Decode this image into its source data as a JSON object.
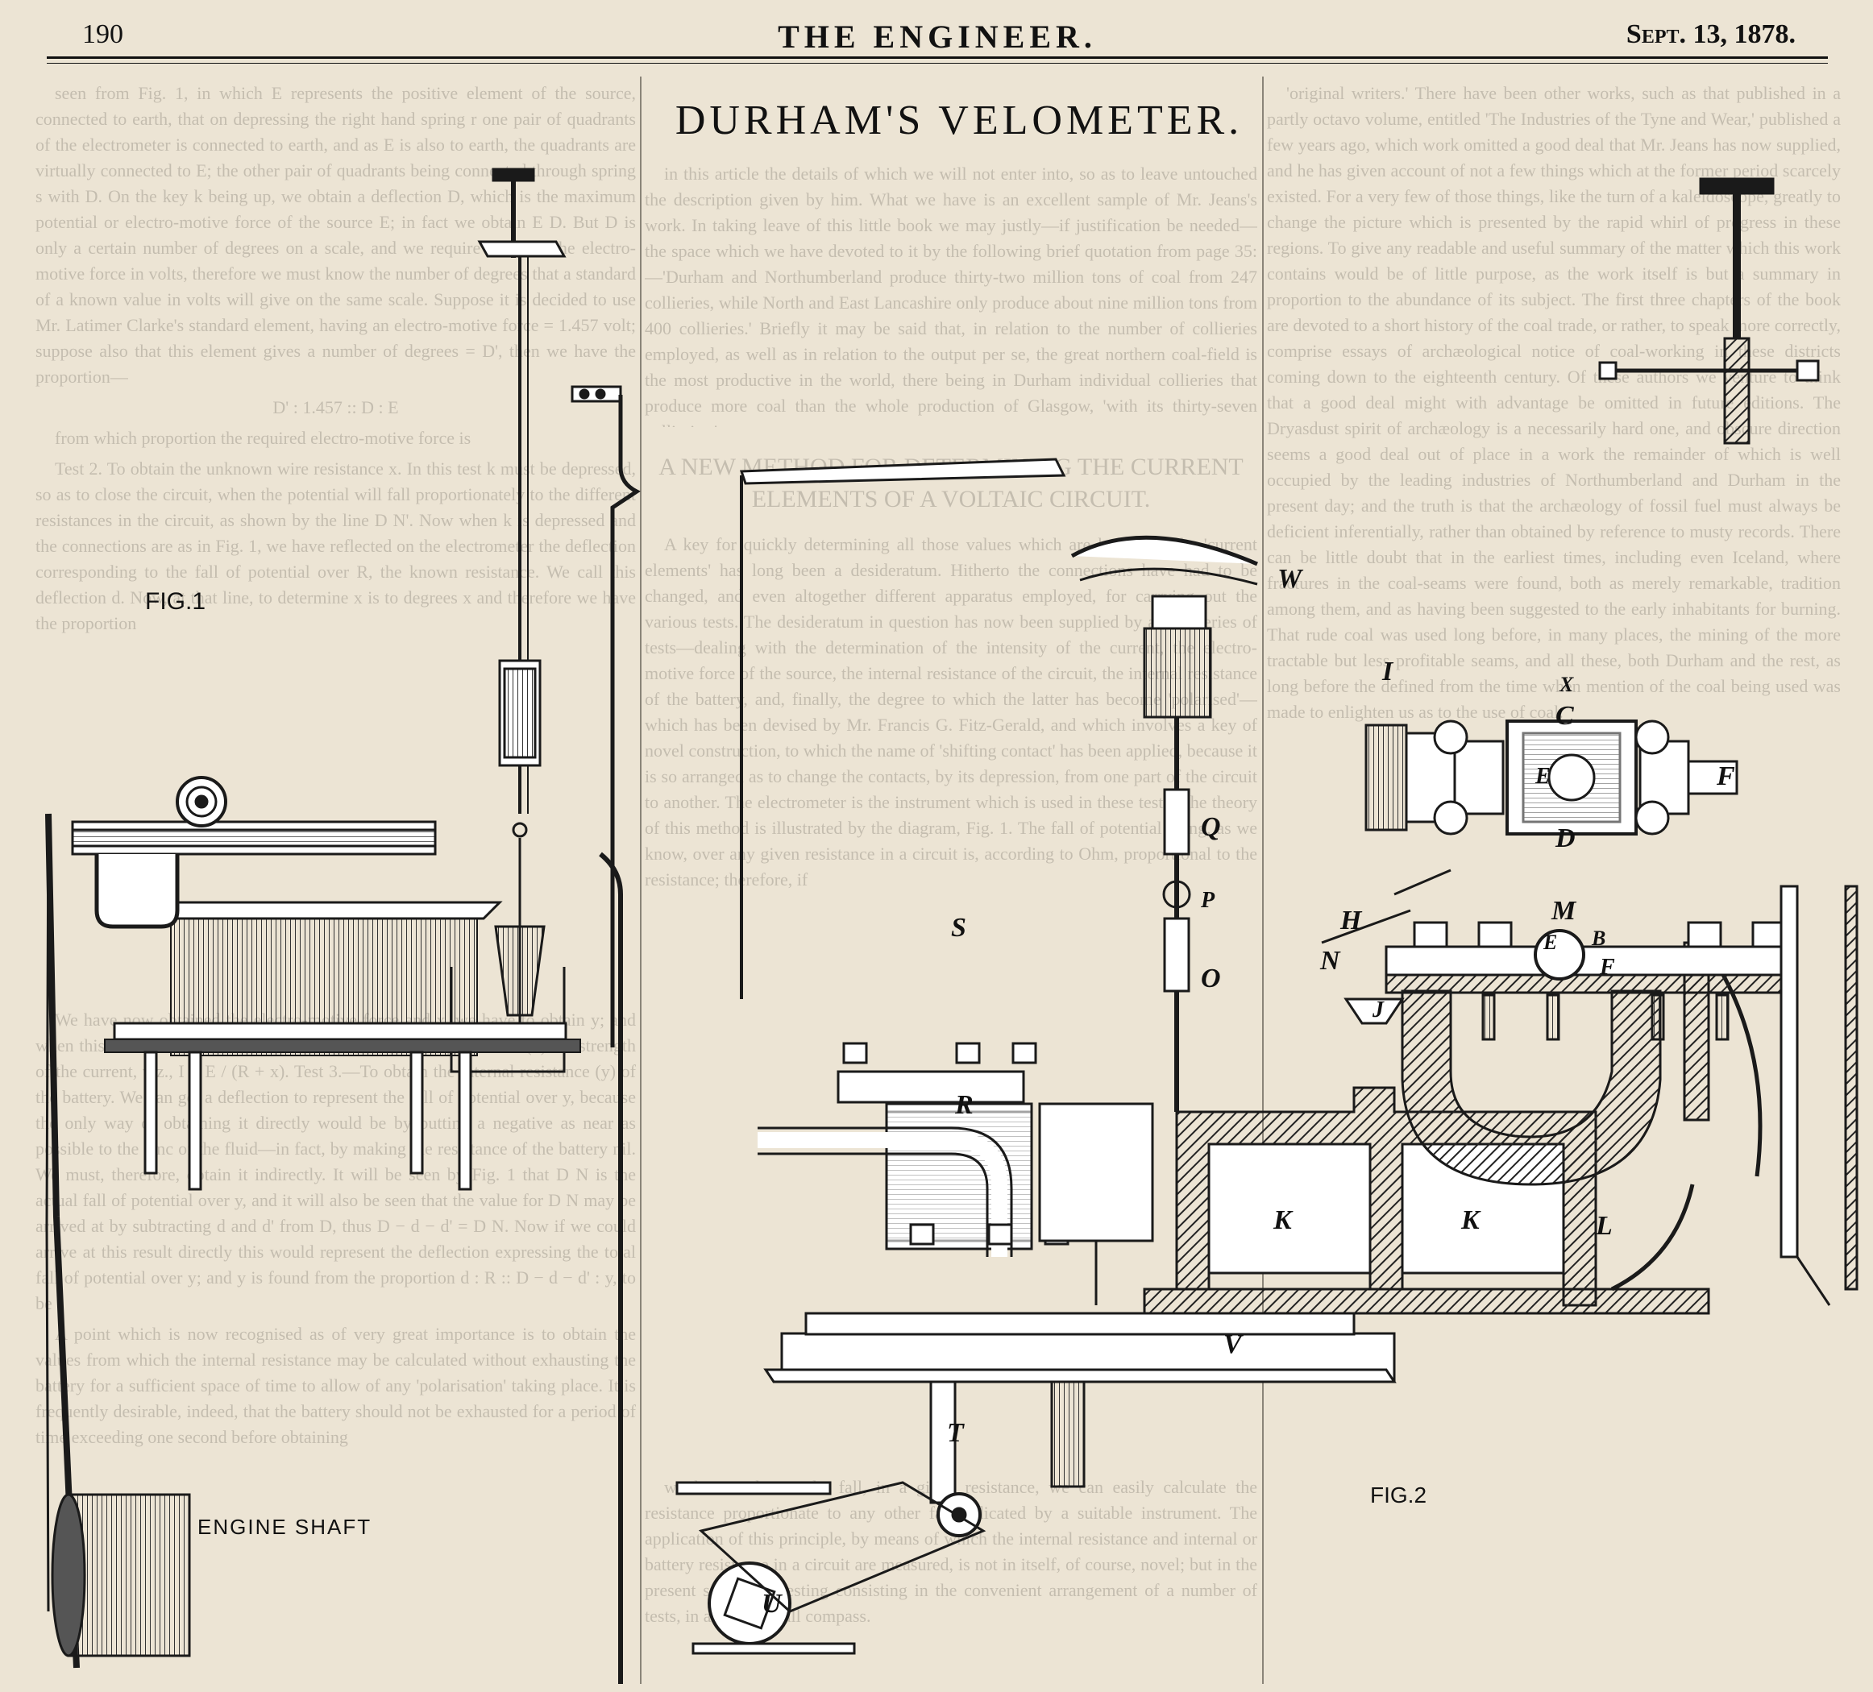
{
  "header": {
    "page_number": "190",
    "publication": "THE ENGINEER.",
    "date": "Sept. 13, 1878."
  },
  "figure": {
    "title": "DURHAM'S VELOMETER.",
    "fig1_label": "FIG.1",
    "fig2_label": "FIG.2",
    "engine_shaft_label": "ENGINE SHAFT"
  },
  "fig2_letters": [
    "W",
    "I",
    "X",
    "C",
    "E",
    "F",
    "D",
    "Q",
    "P",
    "O",
    "S",
    "H",
    "N",
    "M",
    "B",
    "E",
    "F",
    "J",
    "R",
    "K",
    "K",
    "L",
    "V",
    "T",
    "U"
  ],
  "article_heading": "A NEW METHOD FOR DETERMINING THE CURRENT ELEMENTS OF A VOLTAIC CIRCUIT.",
  "columns": {
    "left_top": [
      "seen from Fig. 1, in which E represents the positive element of the source, connected to earth, that on depressing the right hand spring r one pair of quadrants of the electrometer is connected to earth, and as E is also to earth, the quadrants are virtually connected to E; the other pair of quadrants being connected through spring s with D. On the key k being up, we obtain a deflection D, which is the maximum potential or electro-motive force of the source E; in fact we obtain E D. But D is only a certain number of degrees on a scale, and we require to know the electro-motive force in volts, therefore we must know the number of degrees that a standard of a known value in volts will give on the same scale. Suppose it is decided to use Mr. Latimer Clarke's standard element, having an electro-motive force = 1.457 volt; suppose also that this element gives a number of degrees = D', then we have the proportion—",
      "D' : 1.457 :: D : E",
      "from which proportion the required electro-motive force is",
      "Test 2. To obtain the unknown wire resistance x. In this test k must be depressed, so as to close the circuit, when the potential will fall proportionately to the different resistances in the circuit, as shown by the line D N'. Now when k is depressed and the connections are as in Fig. 1, we have reflected on the electrometer the deflection corresponding to the fall of potential over R, the known resistance. We call this deflection d. Now, at that line, to determine x is to degrees x and therefore we have the proportion"
    ],
    "left_bottom": [
      "We have now obtained the electro-motive force and x, we have to obtain y; and when this is obtained we have all the materials for our equation for (1) the strength of the current, viz., I = E / (R + x). Test 3.—To obtain the internal resistance (y) of the battery. We can get a deflection to represent the fall of potential over y, because the only way of obtaining it directly would be by putting a negative as near as possible to the zinc of the fluid—in fact, by making the resistance of the battery nil. We must, therefore, obtain it indirectly. It will be seen by Fig. 1 that D N is the actual fall of potential over y, and it will also be seen that the value for D N may be arrived at by subtracting d and d' from D, thus D − d − d' = D N. Now if we could arrive at this result directly this would represent the deflection expressing the total fall of potential over y; and y is found from the proportion d : R :: D − d − d' : y, to be",
      "A point which is now recognised as of very great importance is to obtain the values from which the internal resistance may be calculated without exhausting the battery for a sufficient space of time to allow of any 'polarisation' taking place. It is frequently desirable, indeed, that the battery should not be exhausted for a period of time exceeding one second before obtaining"
    ],
    "middle_top": [
      "in this article the details of which we will not enter into, so as to leave untouched the description given by him. What we have is an excellent sample of Mr. Jeans's work. In taking leave of this little book we may justly—if justification be needed—the space which we have devoted to it by the following brief quotation from page 35:—'Durham and Northumberland produce thirty-two million tons of coal from 247 collieries, while North and East Lancashire only produce about nine million tons from 400 collieries.' Briefly it may be said that, in relation to the number of collieries employed, as well as in relation to the output per se, the great northern coal-field is the most productive in the world, there being in Durham individual collieries that produce more coal than the whole production of Glasgow, 'with its thirty-seven collieries.'"
    ],
    "middle_bottom": [
      "A key for quickly determining all those values which are known as the 'current elements' has long been a desideratum. Hitherto the connections have had to be changed, and even altogether different apparatus employed, for carrying out the various tests. The desideratum in question has now been supplied by a new series of tests—dealing with the determination of the intensity of the current, the electro-motive force of the source, the internal resistance of the circuit, the internal resistance of the battery, and, finally, the degree to which the latter has become 'polarised'—which has been devised by Mr. Francis G. Fitz-Gerald, and which involves a key of novel construction, to which the name of 'shifting contact' has been applied, because it is so arranged as to change the contacts, by its depression, from one part of the circuit to another. The electrometer is the instrument which is used in these tests. The theory of this method is illustrated by the diagram, Fig. 1. The fall of potential being, as we know, over any given resistance in a circuit is, according to Ohm, proportional to the resistance; therefore, if"
    ],
    "middle_foot": [
      "we know what is the fall, in a given resistance, we can easily calculate the resistance proportionate to any other fall indicated by a suitable instrument. The application of this principle, by means of which the internal resistance and internal or battery resistance in a circuit are measured, is not in itself, of course, novel; but in the present system of testing consisting in the convenient arrangement of a number of tests, in a single small compass."
    ],
    "right": [
      "'original writers.' There have been other works, such as that published in a partly octavo volume, entitled 'The Industries of the Tyne and Wear,' published a few years ago, which work omitted a good deal that Mr. Jeans has now supplied, and he has given account of not a few things which at the former period scarcely existed. For a very few of those things, like the turn of a kaleidoscope, greatly to change the picture which is presented by the rapid whirl of progress in these regions. To give any readable and useful summary of the matter which this work contains would be of little purpose, as the work itself is but a summary in proportion to the abundance of its subject. The first three chapters of the book are devoted to a short history of the coal trade, or rather, to speak more correctly, comprise essays of archæological notice of coal-working in these districts coming down to the eighteenth century. Of these authors we venture to think that a good deal might with advantage be omitted in future editions. The Dryasdust spirit of archæology is a necessarily hard one, and obscure direction seems a good deal out of place in a work the remainder of which is well occupied by the leading industries of Northumberland and Durham in the present day; and the truth is that the archæology of fossil fuel must always be deficient inferentially, rather than obtained by reference to musty records. There can be little doubt that in the earliest times, including even Iceland, where fractures in the coal-seams were found, both as merely remarkable, tradition among them, and as having been suggested to the early inhabitants for burning. That rude coal was used long before, in many places, the mining of the more tractable but less profitable seams, and all these, both Durham and the rest, as long before the defined from the time when mention of the coal being used was made to enlighten us as to the use of coal."
    ]
  }
}
